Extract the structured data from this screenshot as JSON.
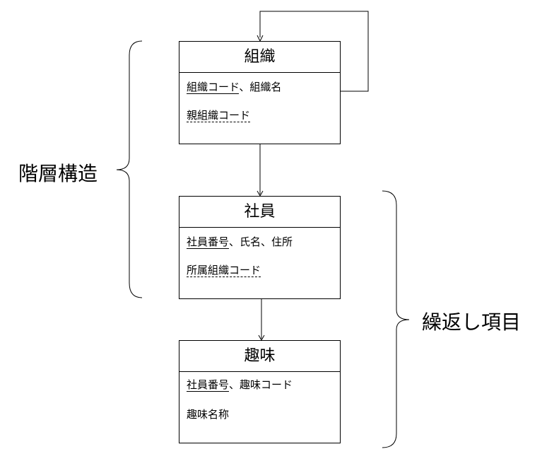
{
  "entities": {
    "organization": {
      "title": "組織",
      "pk": "組織コード",
      "attrs": "、組織名",
      "fk": "親組織コード"
    },
    "employee": {
      "title": "社員",
      "pk": "社員番号",
      "attrs": "、氏名、住所",
      "fk": "所属組織コード"
    },
    "hobby": {
      "title": "趣味",
      "pk": "社員番号",
      "attrs": "、趣味コード",
      "plain": "趣味名称"
    }
  },
  "labels": {
    "hierarchy": "階層構造",
    "repeating": "繰返し項目"
  }
}
